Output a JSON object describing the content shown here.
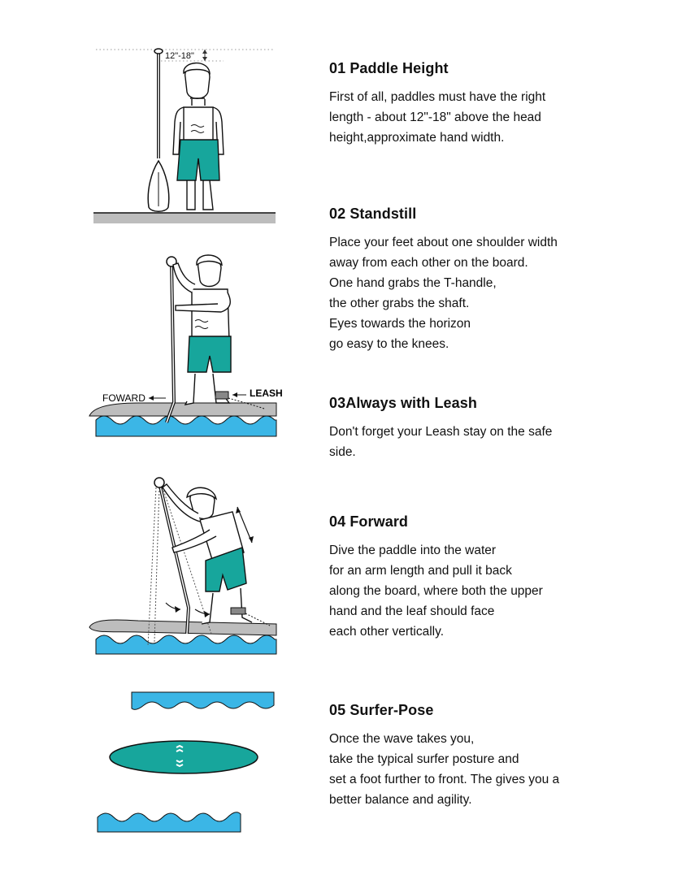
{
  "labels": {
    "height_measure": "12\"-18\"",
    "forward": "FOWARD",
    "leash": "LEASH"
  },
  "colors": {
    "teal": "#17a69c",
    "water": "#3bb6e6",
    "ground": "#bdbdbd"
  },
  "sections": [
    {
      "title": "01 Paddle Height",
      "lines": [
        "First of all, paddles must have the right",
        "length - about 12\"-18\"  above the head",
        "height,approximate hand width."
      ]
    },
    {
      "title": "02 Standstill",
      "lines": [
        "Place your feet about one shoulder width",
        "away from each other on the board.",
        "One hand grabs the T-handle,",
        "the other grabs the shaft.",
        "Eyes towards the horizon",
        "go easy to the knees."
      ]
    },
    {
      "title": "03Always with Leash",
      "lines": [
        "Don't forget your Leash stay on the safe",
        "side."
      ]
    },
    {
      "title": "04 Forward",
      "lines": [
        "Dive the paddle into the water",
        "for an arm length and pull it back",
        "along the board, where both the upper",
        "hand and the leaf should face",
        "each other vertically."
      ]
    },
    {
      "title": "05 Surfer-Pose",
      "lines": [
        "Once the wave takes you,",
        "take the typical surfer posture and",
        "set a foot further to front. The gives you a",
        "better balance and agility."
      ]
    }
  ]
}
